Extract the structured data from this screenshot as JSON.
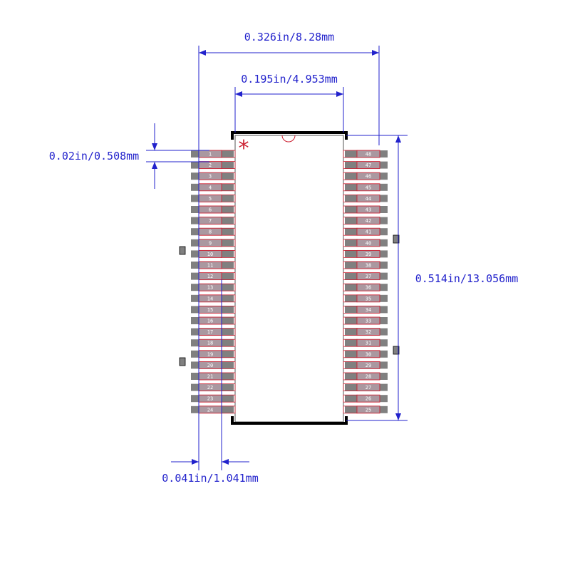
{
  "colors": {
    "dimension": "#2222cc",
    "pad_outline": "#cc2233",
    "pad_fill": "#aa98a0",
    "pin_gray": "#808080",
    "body": "#000000",
    "pin_text": "#ffffff",
    "marker": "#cc2233"
  },
  "dimensions": {
    "overall_width": "0.326in/8.28mm",
    "body_width": "0.195in/4.953mm",
    "pitch": "0.02in/0.508mm",
    "overall_length": "0.514in/13.056mm",
    "pad_width": "0.041in/1.041mm"
  },
  "pin1_marker": "*",
  "pins": {
    "left": [
      "1",
      "2",
      "3",
      "4",
      "5",
      "6",
      "7",
      "8",
      "9",
      "10",
      "11",
      "12",
      "13",
      "14",
      "15",
      "16",
      "17",
      "18",
      "19",
      "20",
      "21",
      "22",
      "23",
      "24"
    ],
    "right": [
      "48",
      "47",
      "46",
      "45",
      "44",
      "43",
      "42",
      "41",
      "40",
      "39",
      "38",
      "37",
      "36",
      "35",
      "34",
      "33",
      "32",
      "31",
      "30",
      "29",
      "28",
      "27",
      "26",
      "25"
    ]
  }
}
